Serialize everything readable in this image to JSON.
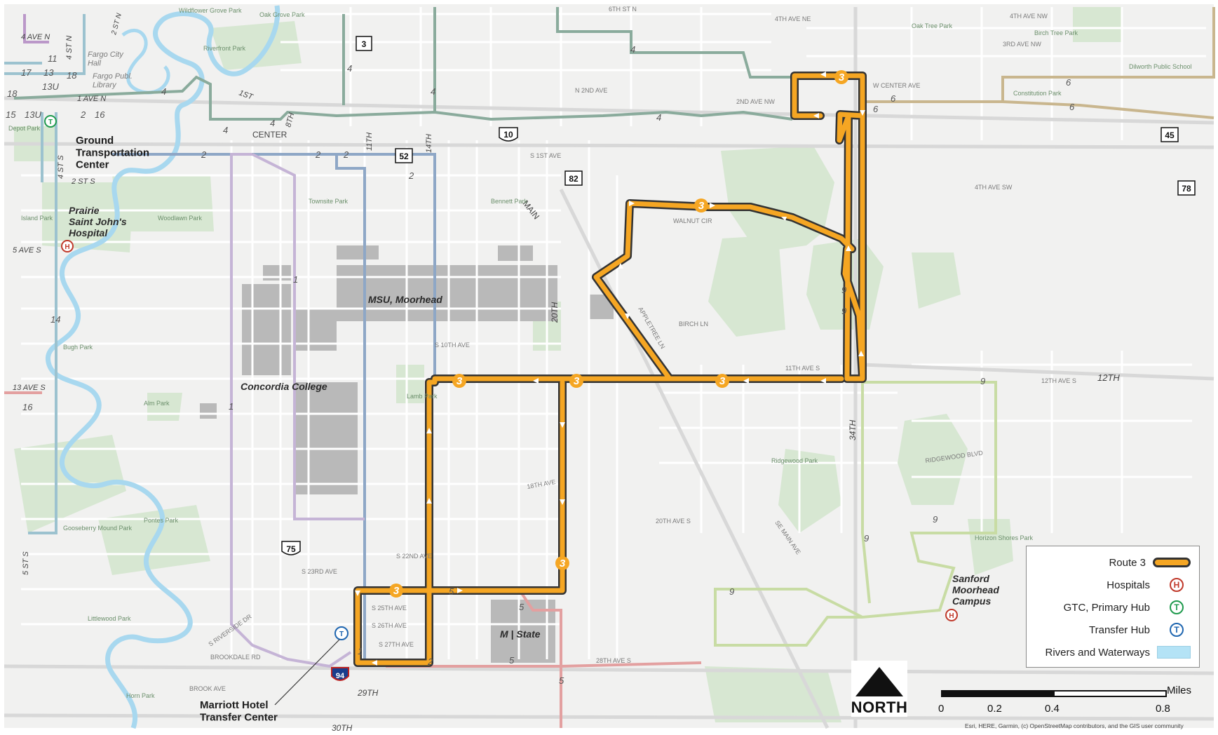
{
  "map": {
    "route_number": "3",
    "route_color": "#f5a623",
    "route_outline": "#333333",
    "labels": {
      "gtc": "Ground\nTransportation\nCenter",
      "hospital": "Prairie\nSaint John's\nHospital",
      "msu": "MSU, Moorhead",
      "concordia": "Concordia College",
      "mstate": "M | State",
      "sanford": "Sanford\nMoorhead\nCampus",
      "marriott": "Marriott Hotel\nTransfer Center",
      "fargo_city_hall": "Fargo City\nHall",
      "fargo_library": "Fargo Publ.\nLibrary"
    },
    "roads": {
      "center": "CENTER",
      "main": "MAIN",
      "twelfth": "12TH",
      "twentieth": "20TH",
      "thirty_fourth": "34TH",
      "twenty_ninth": "29TH",
      "thirtieth": "30TH",
      "eleventh": "11TH",
      "fourteenth": "14TH",
      "eighth": "8TH",
      "first": "1ST",
      "four_ave_n": "4 AVE N",
      "one_ave_n": "1 AVE N",
      "two_st_s": "2 ST S",
      "five_ave_s": "5 AVE S",
      "thirteen_ave_s": "13 AVE S",
      "four_st_s": "4 ST S",
      "five_st_s": "5 ST S",
      "four_st_n": "4 ST N",
      "two_st_n": "2 ST N",
      "eleventh_ave_s": "11TH AVE S",
      "twelfth_ave_s": "12TH AVE S",
      "twenty_eighth_ave_s": "28TH AVE S",
      "four_ave_sw": "4TH AVE SW",
      "w_center_ave": "W CENTER AVE",
      "s_1st_ave": "S 1ST AVE",
      "fourth_ave_nw": "4TH AVE NW",
      "third_ave_nw": "3RD AVE NW",
      "ridgewood_blvd": "RIDGEWOOD BLVD",
      "walnut_cir": "WALNUT CIR",
      "appletree_ln": "APPLETREE LN",
      "birch_ln": "BIRCH LN",
      "s_10th_ave": "S 10TH AVE",
      "twentieth_ave_s": "20TH AVE S",
      "s_22nd_ave": "S 22ND AVE",
      "s_23rd_ave": "S 23RD AVE",
      "s_25th_ave": "S 25TH AVE",
      "s_26th_ave": "S 26TH AVE",
      "s_27th_ave": "S 27TH AVE",
      "brookdale_rd": "BROOKDALE RD",
      "brook_ave": "BROOK AVE",
      "s_riverside_dr": "S RIVERSIDE DR",
      "eighteenth_ave": "18TH AVE",
      "se_main_ave": "SE MAIN AVE",
      "second_ave_nw": "2ND AVE NW",
      "n_2nd_ave": "N 2ND AVE",
      "sixth_st_n": "6TH ST N",
      "fourth_ave_ne": "4TH AVE NE"
    },
    "parks": {
      "island": "Island Park",
      "woodlawn": "Woodlawn Park",
      "oak_grove": "Oak Grove Park",
      "riverfront": "Riverfront Park",
      "depot": "Depot Park",
      "bugh": "Bugh Park",
      "gooseberry": "Gooseberry Mound Park",
      "pontes": "Pontes Park",
      "littlewood": "Littlewood Park",
      "horn": "Horn Park",
      "lamb": "Lamb Park",
      "townsite": "Townsite Park",
      "bennett": "Bennett Park",
      "ridgewood": "Ridgewood Park",
      "oak_tree": "Oak Tree Park",
      "birch_tree": "Birch Tree Park",
      "constitution": "Constitution Park",
      "dilworth_school": "Dilworth Public School",
      "horizon_shores": "Horizon Shores Park",
      "alm": "Alm Park",
      "wildflower": "Wildflower Grove Park"
    },
    "route_nums": {
      "r1": "1",
      "r2": "2",
      "r4": "4",
      "r5": "5",
      "r6": "6",
      "r9": "9",
      "r11": "11",
      "r13": "13",
      "r13u": "13U",
      "r14": "14",
      "r15": "15",
      "r16": "16",
      "r17": "17",
      "r18": "18"
    },
    "shields": {
      "hw3": "3",
      "hw10": "10",
      "hw52": "52",
      "hw82": "82",
      "hw75": "75",
      "hw94": "94",
      "hw45": "45",
      "hw78": "78"
    }
  },
  "legend": {
    "route": "Route 3",
    "hospitals": "Hospitals",
    "gtc": "GTC, Primary Hub",
    "transfer": "Transfer Hub",
    "rivers": "Rivers and Waterways",
    "hospital_glyph": "H",
    "hub_glyph": "T"
  },
  "north_arrow": {
    "label": "NORTH"
  },
  "scale": {
    "unit": "Miles",
    "ticks": [
      "0",
      "0.2",
      "0.4",
      "0.8"
    ]
  },
  "attribution": "Esri, HERE, Garmin, (c) OpenStreetMap contributors, and the GIS user community"
}
